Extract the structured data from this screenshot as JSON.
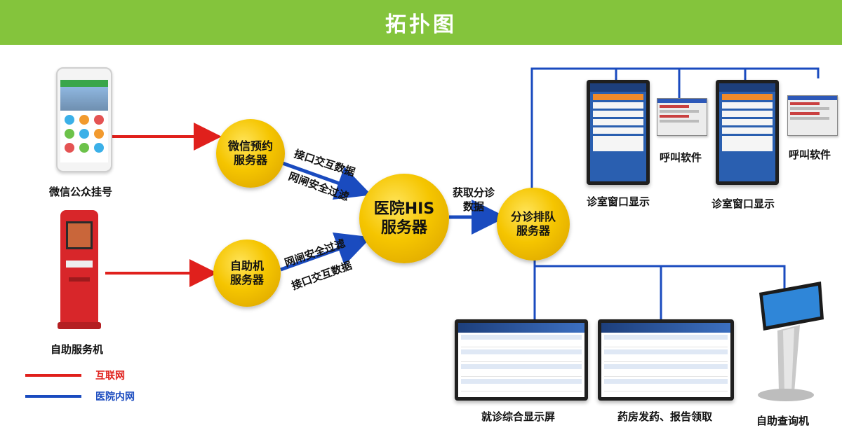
{
  "header": {
    "title": "拓扑图"
  },
  "nodes": {
    "wechat_server": [
      "微信预约",
      "服务器"
    ],
    "kiosk_server": [
      "自助机",
      "服务器"
    ],
    "his_server": [
      "医院HIS",
      "服务器"
    ],
    "queue_server": [
      "分诊排队",
      "服务器"
    ]
  },
  "edge_labels": {
    "api_top": "接口交互数据",
    "gate_top": "网闸安全过滤",
    "gate_bottom": "网闸安全过滤",
    "api_bottom": "接口交互数据",
    "fetch": [
      "获取分诊",
      "数据"
    ]
  },
  "devices": {
    "wechat": "微信公众挂号",
    "kiosk": "自助服务机",
    "room_display_1": "诊室窗口显示",
    "call_software_1": "呼叫软件",
    "room_display_2": "诊室窗口显示",
    "call_software_2": "呼叫软件",
    "clinic_screen": "就诊综合显示屏",
    "pharmacy_screen": "药房发药、报告领取",
    "query_kiosk": "自助查询机"
  },
  "legend": {
    "internet": "互联网",
    "intranet": "医院内网"
  },
  "colors": {
    "header": "#84c43c",
    "internet": "#e0201c",
    "intranet": "#1a4bbf",
    "node": "#f5c500"
  }
}
